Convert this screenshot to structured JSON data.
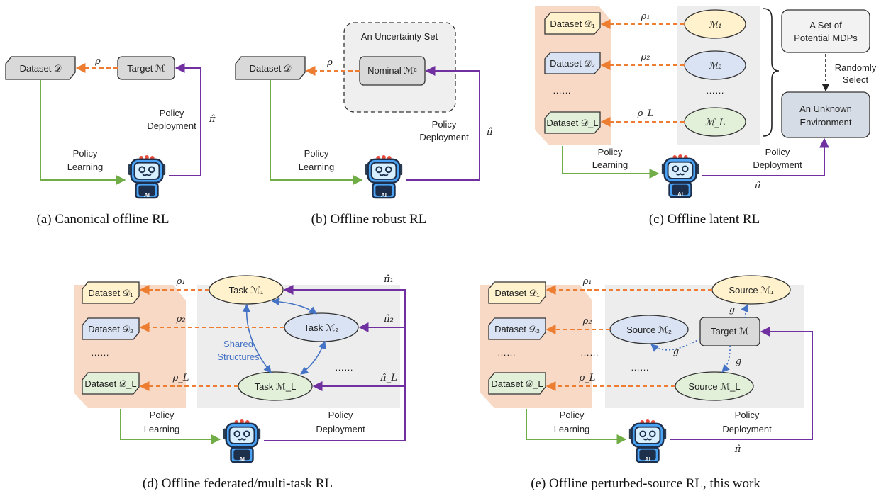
{
  "panel_a": {
    "dataset": "Dataset 𝒟",
    "target": "Target ℳ",
    "rho": "ρ",
    "policy_learning": [
      "Policy",
      "Learning"
    ],
    "policy_deployment": [
      "Policy",
      "Deployment"
    ],
    "pi_hat": "π̂",
    "caption": "(a)  Canonical offline RL"
  },
  "panel_b": {
    "dataset": "Dataset 𝒟",
    "uncertainty_set": "An Uncertainty Set",
    "nominal": "Nominal ℳᶜ",
    "rho": "ρ",
    "policy_learning": [
      "Policy",
      "Learning"
    ],
    "policy_deployment": [
      "Policy",
      "Deployment"
    ],
    "pi_hat": "π̂",
    "caption": "(b)  Offline robust RL"
  },
  "panel_c": {
    "datasets": [
      "Dataset 𝒟₁",
      "Dataset 𝒟₂",
      "……",
      "Dataset 𝒟_L"
    ],
    "models": [
      "ℳ₁",
      "ℳ₂",
      "……",
      "ℳ_L"
    ],
    "rhos": [
      "ρ₁",
      "ρ₂",
      "ρ_L"
    ],
    "set_box": [
      "A Set of",
      "Potential MDPs"
    ],
    "randomly_select": [
      "Randomly",
      "Select"
    ],
    "env_box": [
      "An Unknown",
      "Environment"
    ],
    "policy_learning": [
      "Policy",
      "Learning"
    ],
    "policy_deployment": [
      "Policy",
      "Deployment"
    ],
    "pi_hat": "π̂",
    "caption": "(c)  Offline latent RL"
  },
  "panel_d": {
    "datasets": [
      "Dataset 𝒟₁",
      "Dataset 𝒟₂",
      "……",
      "Dataset 𝒟_L"
    ],
    "tasks": [
      "Task ℳ₁",
      "Task ℳ₂",
      "Task ℳ_L"
    ],
    "dots": "……",
    "rhos": [
      "ρ₁",
      "ρ₂",
      "ρ_L"
    ],
    "pis": [
      "π̂₁",
      "π̂₂",
      "π̂_L"
    ],
    "shared": [
      "Shared",
      "Structures"
    ],
    "policy_learning": [
      "Policy",
      "Learning"
    ],
    "policy_deployment": [
      "Policy",
      "Deployment"
    ],
    "caption": "(d)  Offline federated/multi-task RL"
  },
  "panel_e": {
    "datasets": [
      "Dataset 𝒟₁",
      "Dataset 𝒟₂",
      "……",
      "Dataset 𝒟_L"
    ],
    "sources": [
      "Source ℳ₁",
      "Source ℳ₂",
      "Source ℳ_L"
    ],
    "target": "Target ℳ",
    "dots": "……",
    "rhos": [
      "ρ₁",
      "ρ₂",
      "ρ_L"
    ],
    "g": "g",
    "policy_learning": [
      "Policy",
      "Learning"
    ],
    "policy_deployment": [
      "Policy",
      "Deployment"
    ],
    "pi_hat": "π̂",
    "caption": "(e)  Offline perturbed-source RL, this work"
  },
  "robot_badge": "AI",
  "colors": {
    "orange": "#ed7d31",
    "green": "#70ad47",
    "purple": "#7030a0",
    "blue": "#4472c4",
    "yellow_fill": "#fff2cc",
    "blue_fill": "#dae3f3",
    "green_fill": "#e2f0d9",
    "peach": "#f8d9c6",
    "grey_panel": "#ededed"
  }
}
